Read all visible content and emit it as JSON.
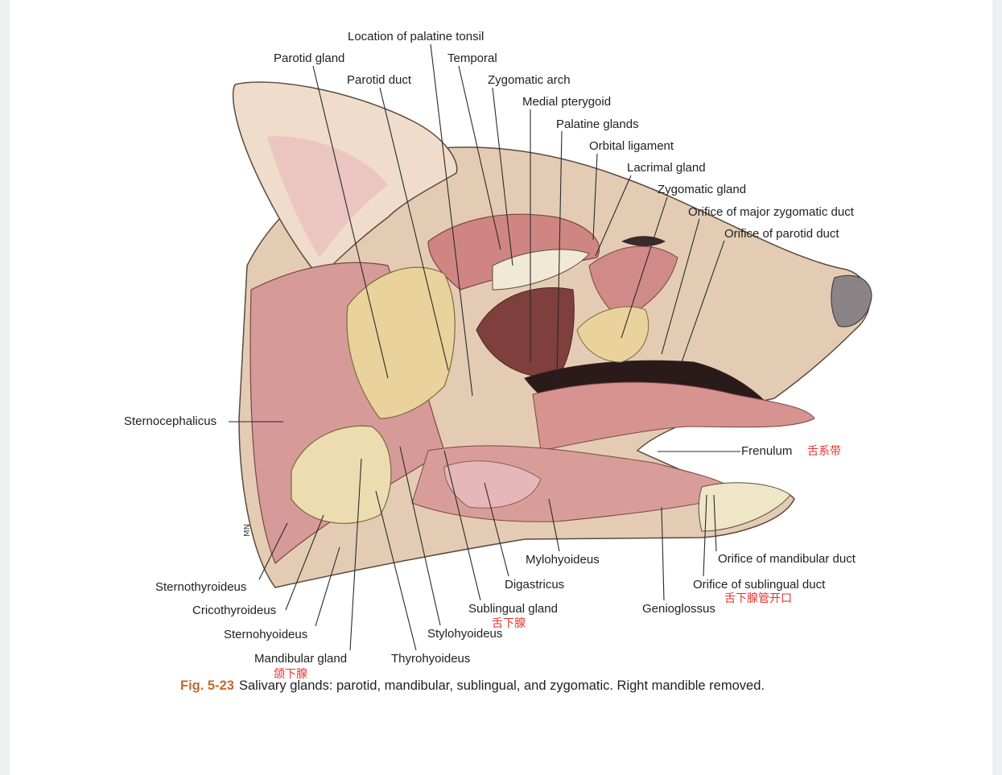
{
  "labels": {
    "location_palatine_tonsil": "Location of palatine tonsil",
    "parotid_gland": "Parotid gland",
    "temporal": "Temporal",
    "parotid_duct": "Parotid duct",
    "zygomatic_arch": "Zygomatic arch",
    "medial_pterygoid": "Medial pterygoid",
    "palatine_glands": "Palatine glands",
    "orbital_ligament": "Orbital ligament",
    "lacrimal_gland": "Lacrimal gland",
    "zygomatic_gland": "Zygomatic gland",
    "orifice_major_zygomatic_duct": "Orifice of major zygomatic duct",
    "orifice_parotid_duct": "Orifice of parotid duct",
    "sternocephalicus": "Sternocephalicus",
    "frenulum": "Frenulum",
    "mylohyoideus": "Mylohyoideus",
    "orifice_mandibular_duct": "Orifice of mandibular duct",
    "digastricus": "Digastricus",
    "orifice_sublingual_duct": "Orifice of sublingual duct",
    "sternothyroideus": "Sternothyroideus",
    "sublingual_gland": "Sublingual gland",
    "genioglossus": "Genioglossus",
    "cricothyroideus": "Cricothyroideus",
    "sternohyoideus": "Sternohyoideus",
    "stylohyoideus": "Stylohyoideus",
    "mandibular_gland": "Mandibular gland",
    "thyrohyoideus": "Thyrohyoideus"
  },
  "annotations": {
    "frenulum_cn": "舌系带",
    "sublingual_duct_orifice_cn": "舌下腺管开口",
    "sublingual_gland_cn": "舌下腺",
    "mandibular_gland_cn": "颌下腺"
  },
  "signature": "MN",
  "caption": {
    "number": "Fig. 5-23",
    "text": "Salivary glands: parotid, mandibular, sublingual, and zygomatic. Right mandible removed."
  },
  "colors": {
    "label_text": "#1f1f1f",
    "annotation_red": "#e8322a",
    "figure_number": "#c26a2a",
    "skin": "#e3cbb3",
    "muscle": "#cf8d8a",
    "gland": "#ead29c"
  }
}
